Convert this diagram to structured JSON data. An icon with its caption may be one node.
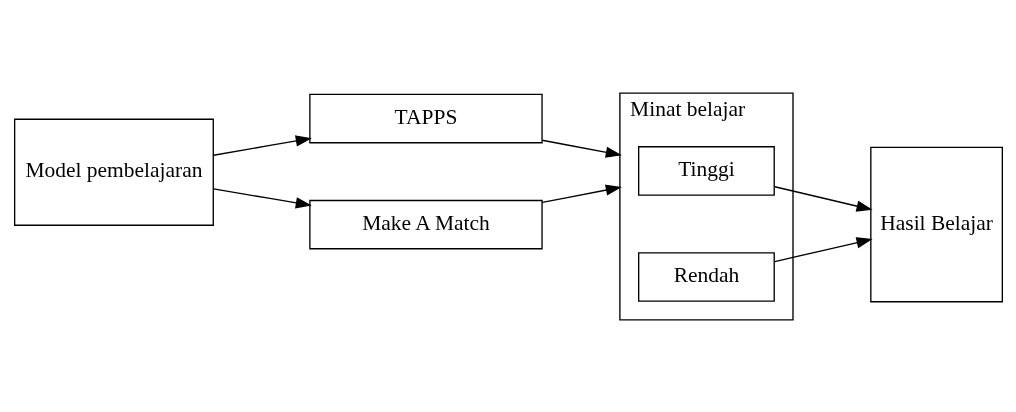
{
  "diagram": {
    "nodes": [
      {
        "text": [
          "Model pembelajaran"
        ]
      },
      {
        "text": [
          "TAPPS"
        ]
      },
      {
        "text": [
          "Make A Match"
        ]
      },
      {
        "text": [
          "Minat belajar"
        ]
      },
      {
        "text": [
          "Tinggi"
        ],
        "in": 3
      },
      {
        "text": [
          "Rendah"
        ],
        "in": 3
      },
      {
        "text": [
          "Hasil Belajar"
        ]
      }
    ],
    "edges": [
      {
        "from": 0,
        "to": 1,
        "arrow": "to"
      },
      {
        "from": 0,
        "to": 2,
        "arrow": "to"
      },
      {
        "from": 1,
        "to": 3,
        "arrow": "to"
      },
      {
        "from": 2,
        "to": 3,
        "arrow": "to"
      },
      {
        "from": 4,
        "to": 6,
        "arrow": "to"
      },
      {
        "from": 5,
        "to": 6,
        "arrow": "to"
      }
    ]
  }
}
